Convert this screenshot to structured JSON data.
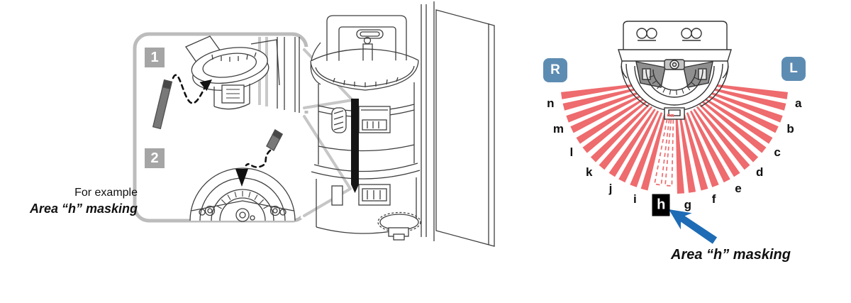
{
  "left_figure": {
    "caption_line1": "For example",
    "caption_line2": "Area “h” masking",
    "steps": [
      {
        "number": "1"
      },
      {
        "number": "2"
      }
    ]
  },
  "right_figure": {
    "left_badge": "R",
    "right_badge": "L",
    "caption": "Area “h” masking",
    "fan": {
      "zones": [
        "a",
        "b",
        "c",
        "d",
        "e",
        "f",
        "g",
        "h",
        "i",
        "j",
        "k",
        "l",
        "m",
        "n"
      ],
      "masked_zone": "h"
    },
    "colors": {
      "beam": "#ee6b6e",
      "badge": "#5d8cb3",
      "arrow": "#1e6cb5",
      "masked_box": "#000000"
    }
  }
}
